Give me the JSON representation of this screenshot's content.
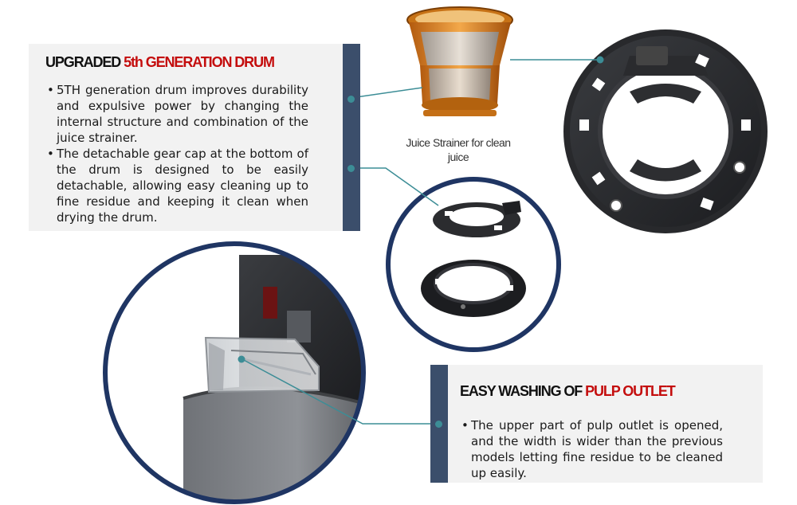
{
  "section1": {
    "title_prefix": "UPGRADED ",
    "title_highlight": "5th GENERATION DRUM",
    "bullets": [
      "5TH generation drum improves durability and expulsive power by changing the internal structure and combination of the juice strainer.",
      "The detachable gear cap at the bottom of the drum is designed to be easily detachable, allowing easy cleaning up to fine residue and keeping it clean when drying the drum."
    ]
  },
  "strainer_caption": "Juice Strainer for clean juice",
  "section2": {
    "title_prefix": "EASY WASHING OF ",
    "title_highlight": "PULP OUTLET",
    "bullets": [
      "The upper part of pulp outlet is opened, and the width is wider than the previous models letting fine residue to be cleaned up easily."
    ]
  },
  "colors": {
    "accent_red": "#c40d0d",
    "bar_navy": "#3b4e6b",
    "connector_teal": "#3c8d96",
    "circle_navy": "#1f3563",
    "panel_grey": "#f2f2f2"
  }
}
